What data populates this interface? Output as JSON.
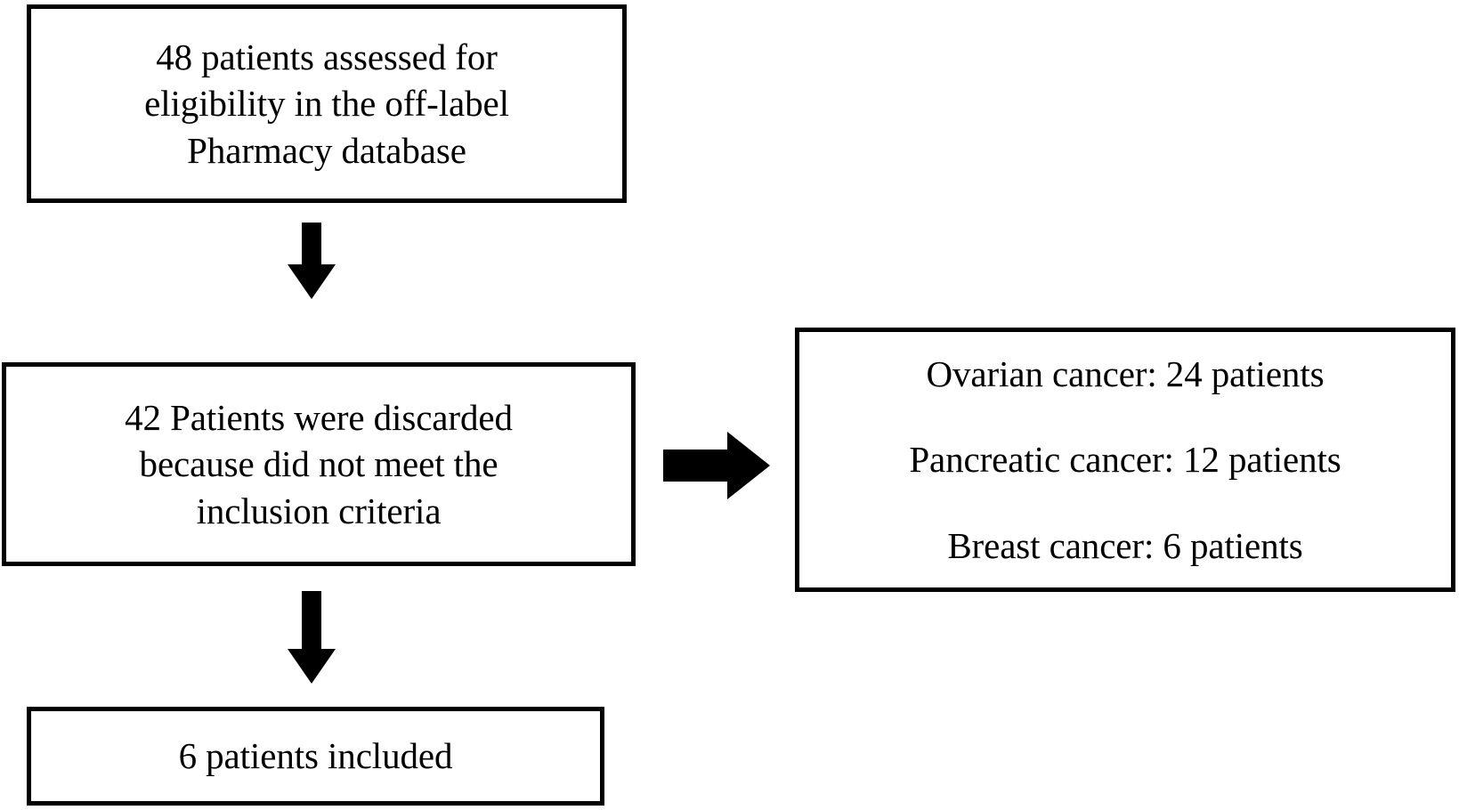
{
  "diagram": {
    "type": "patient-selection-flowchart",
    "boxes": {
      "eligibility": {
        "lines": [
          "48 patients assessed for",
          "eligibility in the off-label",
          "Pharmacy database"
        ]
      },
      "discarded": {
        "lines": [
          "42 Patients were discarded",
          "because did not meet the",
          "inclusion criteria"
        ]
      },
      "breakdown": {
        "lines": [
          "Ovarian cancer: 24 patients",
          "Pancreatic cancer: 12 patients",
          "Breast cancer: 6 patients"
        ]
      },
      "included": {
        "lines": [
          "6 patients included"
        ]
      }
    },
    "arrows": [
      {
        "name": "arrow-down-eligibility-to-discarded",
        "direction": "down"
      },
      {
        "name": "arrow-right-discarded-to-breakdown",
        "direction": "right"
      },
      {
        "name": "arrow-down-discarded-to-included",
        "direction": "down"
      }
    ],
    "colors": {
      "stroke": "#000000",
      "fill": "#ffffff",
      "text": "#000000"
    }
  }
}
